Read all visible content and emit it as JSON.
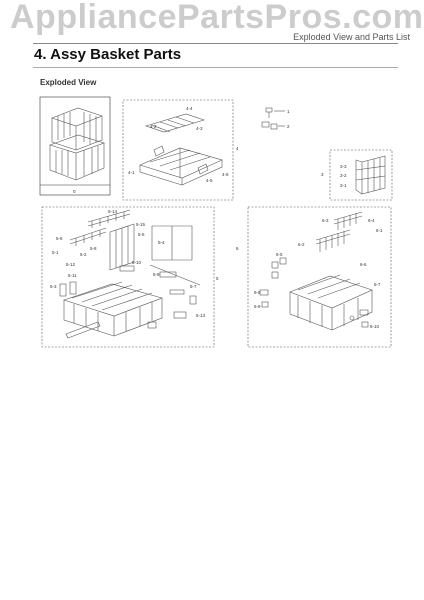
{
  "watermark": "AppliancePartsPros.com",
  "header_right": "Exploded View and Parts List",
  "section_title": "4.  Assy Basket Parts",
  "subtitle": "Exploded View",
  "labels": {
    "box0": "0",
    "l1": "1",
    "l2": "2",
    "l3": "3",
    "l3_1": "3-1",
    "l3_2": "3-2",
    "l3_3": "3-3",
    "l4": "4",
    "l4_1": "4-1",
    "l4_2": "4-2",
    "l4_3": "4-3",
    "l4_4": "4-4",
    "l4_5": "4-5",
    "l4_6": "4-6",
    "l5": "5",
    "l5_1": "5-1",
    "l5_2": "5-2",
    "l5_3": "5-3",
    "l5_4": "5-4",
    "l5_5": "5-5",
    "l5_6": "5-6",
    "l5_7": "5-7",
    "l5_8": "5-8",
    "l5_9": "5-9",
    "l5_10": "5-10",
    "l5_11": "5-11",
    "l5_12": "5-12",
    "l5_13": "5-13",
    "l5_14": "5-14",
    "l5_15": "5-15",
    "l6": "6",
    "l6_1": "6-1",
    "l6_2": "6-2",
    "l6_3": "6-3",
    "l6_4": "6-4",
    "l6_5": "6-5",
    "l6_6": "6-6",
    "l6_7": "6-7",
    "l6_8": "6-8",
    "l6_9": "6-9",
    "l6_10": "6-10"
  }
}
